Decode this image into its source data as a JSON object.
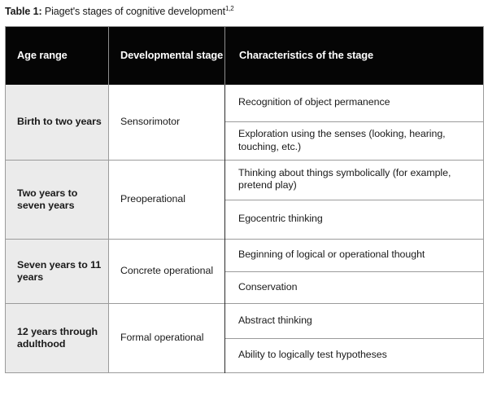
{
  "caption": {
    "label": "Table 1:",
    "text": " Piaget's stages of cognitive development",
    "superscript": "1,2"
  },
  "table": {
    "headers": {
      "age_range": "Age range",
      "developmental_stage": "Developmental stage",
      "characteristics": "Characteristics of the stage"
    },
    "colors": {
      "header_background": "#050505",
      "header_text": "#ffffff",
      "age_cell_background": "#ebebeb",
      "body_background": "#ffffff",
      "border": "#9b9b9b"
    },
    "rows": [
      {
        "age_range": "Birth to two years",
        "stage": "Sensorimotor",
        "characteristics": [
          "Recognition of object permanence",
          "Exploration using the senses (looking, hearing, touching, etc.)"
        ]
      },
      {
        "age_range": "Two years to seven years",
        "stage": "Preoperational",
        "characteristics": [
          "Thinking about things symbolically (for example, pretend play)",
          "Egocentric thinking"
        ]
      },
      {
        "age_range": "Seven years to 11 years",
        "stage": "Concrete operational",
        "characteristics": [
          "Beginning of logical or operational thought",
          "Conservation"
        ]
      },
      {
        "age_range": "12 years through adulthood",
        "stage": "Formal operational",
        "characteristics": [
          "Abstract thinking",
          "Ability to logically test hypotheses"
        ]
      }
    ]
  }
}
